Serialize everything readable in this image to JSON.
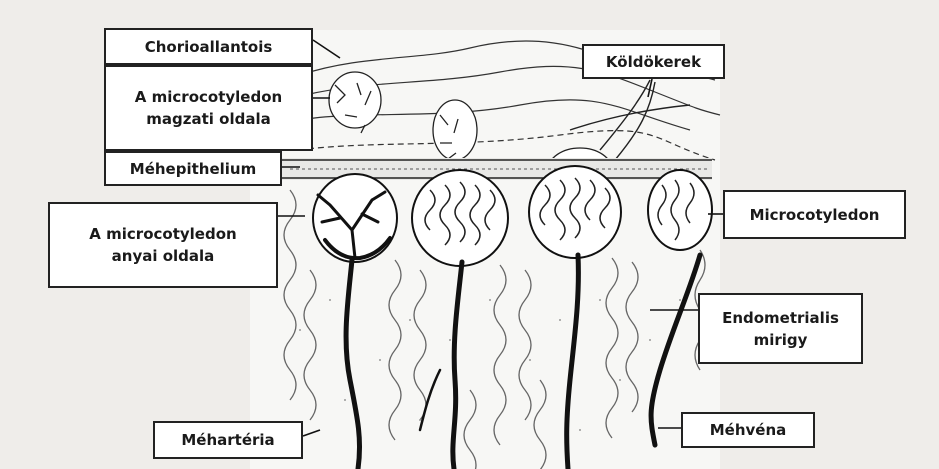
{
  "labels": {
    "chorioallantois": "Chorioallantois",
    "magzati": "A microcotyledon\nmagzati oldala",
    "mehepithelium": "Méhepithelium",
    "anyai": "A microcotyledon\nanyai oldala",
    "koldokerek": "Köldökerek",
    "microcotyledon": "Microcotyledon",
    "endometrialis": "Endometrialis\nmirigy",
    "mehart": "Méhartéria",
    "mehvena": "Méhvéna"
  },
  "colors": {
    "background": "#efedea",
    "ink": "#1a1a1a",
    "label_fill": "#ffffff"
  }
}
